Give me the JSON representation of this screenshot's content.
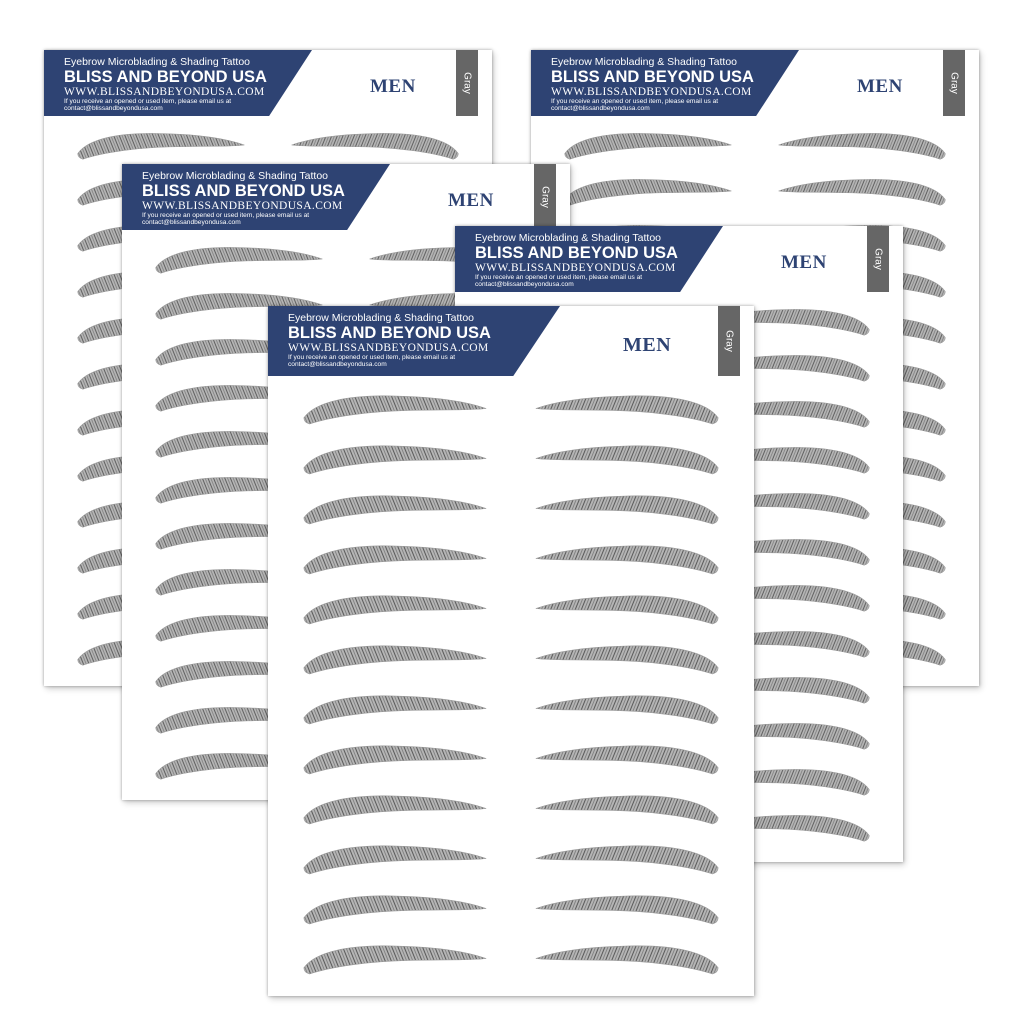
{
  "product": {
    "line1": "Eyebrow Microblading & Shading Tattoo",
    "brand": "BLISS AND BEYOND USA",
    "website": "WWW.BLISSANDBEYONDUSA.COM",
    "note_line1": "If you receive an opened or used item, please email us at",
    "note_line2": "contact@blissandbeyondusa.com",
    "category": "MEN",
    "color_tab": "Gray"
  },
  "sheets": [
    {
      "id": "back-left",
      "rows": 12
    },
    {
      "id": "back-right",
      "rows": 12
    },
    {
      "id": "middle-left",
      "rows": 12
    },
    {
      "id": "middle-right",
      "rows": 12
    },
    {
      "id": "front",
      "rows": 12
    }
  ],
  "colors": {
    "banner": "#2e4373",
    "men_label": "#2e4373",
    "color_tab": "#666666",
    "brow_hair": "#7a7a7a"
  }
}
